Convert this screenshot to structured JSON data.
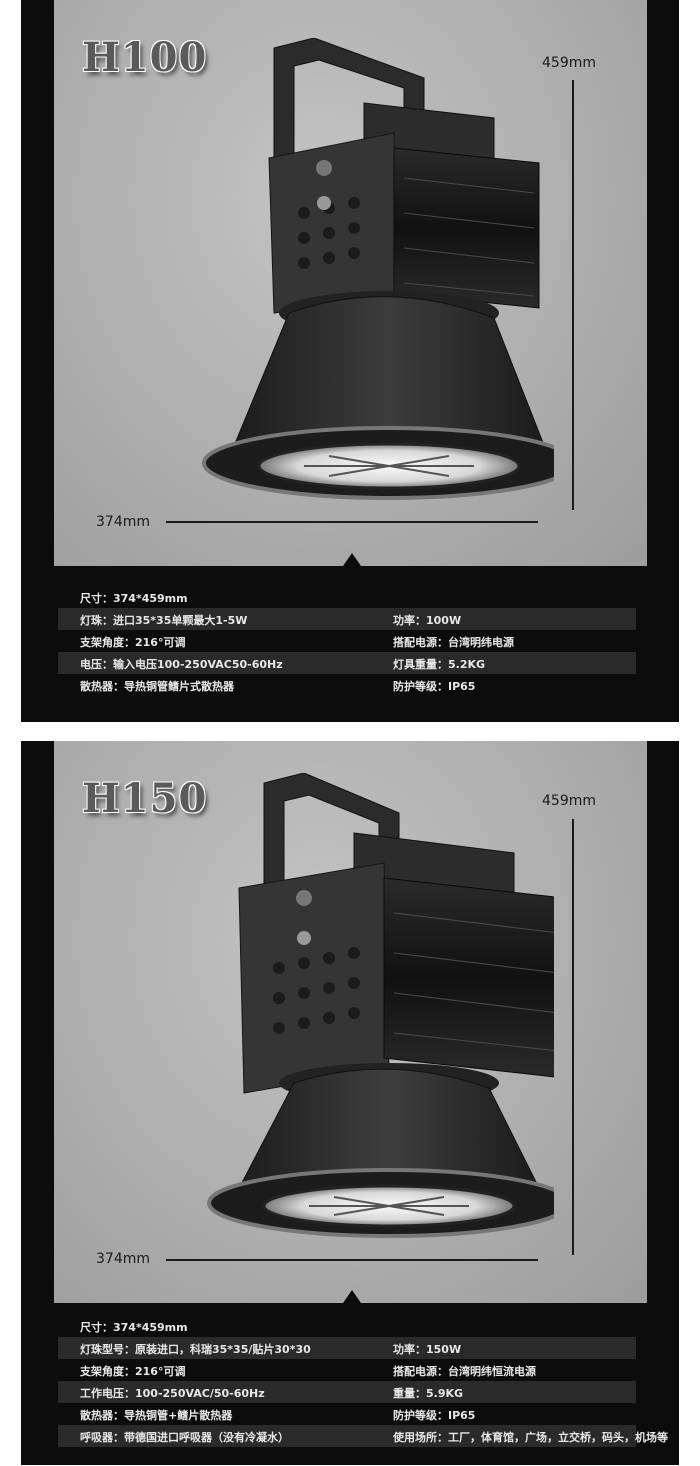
{
  "products": [
    {
      "model": "H100",
      "height_dimension": "459mm",
      "width_dimension": "374mm",
      "size_line": "尺寸：374*459mm",
      "specs": [
        {
          "left": "灯珠：进口35*35单颗最大1-5W",
          "right": "功率：100W"
        },
        {
          "left": "支架角度：216°可调",
          "right": "搭配电源：台湾明纬电源"
        },
        {
          "left": "电压：输入电压100-250VAC50-60Hz",
          "right": "灯具重量：5.2KG"
        },
        {
          "left": "散热器：导热铜管鳍片式散热器",
          "right": "防护等级：IP65"
        }
      ]
    },
    {
      "model": "H150",
      "height_dimension": "459mm",
      "width_dimension": "374mm",
      "size_line": "尺寸：374*459mm",
      "specs": [
        {
          "left": "灯珠型号：原装进口，科瑞35*35/贴片30*30",
          "right": "功率：150W"
        },
        {
          "left": "支架角度：216°可调",
          "right": "搭配电源：台湾明纬恒流电源"
        },
        {
          "left": "工作电压：100-250VAC/50-60Hz",
          "right": "重量：5.9KG"
        },
        {
          "left": "散热器：导热铜管+鳍片散热器",
          "right": "防护等级：IP65"
        },
        {
          "left": "呼吸器：带德国进口呼吸器（没有冷凝水）",
          "right": "使用场所：工厂，体育馆，广场，立交桥，码头，机场等"
        }
      ]
    }
  ]
}
